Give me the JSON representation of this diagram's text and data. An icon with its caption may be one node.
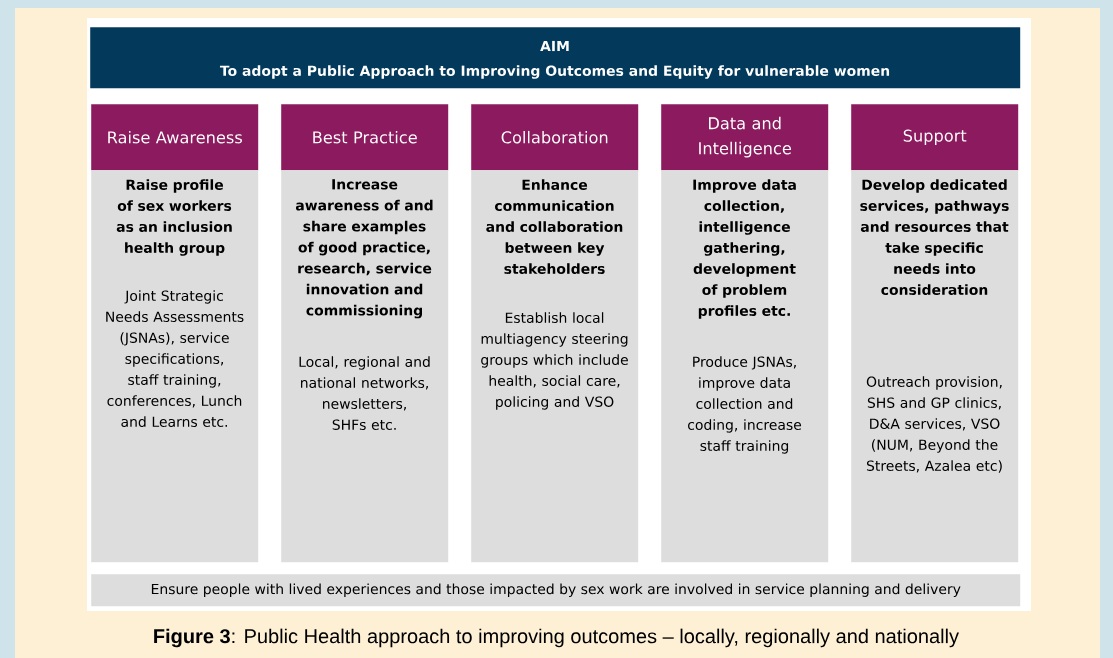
{
  "diagram": {
    "caption": "**Figure 3**: Public Health approach to improving outcomes – locally, regionally and nationally",
    "nodes": [
      {
        "text": [
          "AIM",
          "To adopt a Public Approach to Improving Outcomes and Equity for vulnerable women"
        ]
      },
      {
        "text": [
          "Raise Awareness"
        ]
      },
      {
        "text": [
          "Best Practice"
        ]
      },
      {
        "text": [
          "Collaboration"
        ]
      },
      {
        "text": [
          "Data and Intelligence"
        ]
      },
      {
        "text": [
          "Support"
        ]
      },
      {
        "text": [
          "Raise profile of sex workers as an inclusion health group",
          "Joint Strategic Needs Assessments (JSNAs), service specifications, staff training, conferences, Lunch and Learns etc."
        ]
      },
      {
        "text": [
          "Increase awareness of and share examples of good practice, research, service innovation and commissioning",
          "Local, regional and national networks, newsletters, SHFs etc."
        ]
      },
      {
        "text": [
          "Enhance communication and collaboration between key stakeholders",
          "Establish local multiagency steering groups which include health, social care, policing and VSO"
        ]
      },
      {
        "text": [
          "Improve data collection, intelligence gathering, development of problem profiles etc.",
          "Produce JSNAs, improve data collection and coding, increase staff training"
        ]
      },
      {
        "text": [
          "Develop dedicated services, pathways and resources that take specific needs into consideration",
          "Outreach provision, SHS and GP clinics, D&A services, VSO (NUM, Beyond the Streets, Azalea etc)"
        ]
      },
      {
        "text": [
          "Ensure people with lived experiences and those impacted by sex work are involved in service planning and delivery"
        ]
      }
    ],
    "edges": []
  }
}
